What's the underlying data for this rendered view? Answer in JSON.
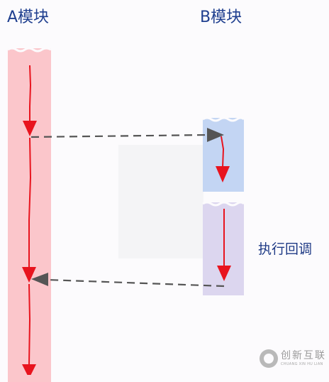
{
  "module_a": {
    "label": "A模块"
  },
  "module_b": {
    "label": "B模块"
  },
  "callback": {
    "label": "执行回调"
  },
  "watermark": {
    "title": "创新互联",
    "subtitle": "CHUANG XIN HU LIAN"
  },
  "colors": {
    "module_a_bar": "#fbc6cb",
    "module_b_call_bar": "#c3d5f3",
    "module_b_callback_bar": "#dcd6ef",
    "flow_arrow": "#e8141e",
    "dashed_arrow": "#555555",
    "label_text": "#1f3f8f"
  }
}
